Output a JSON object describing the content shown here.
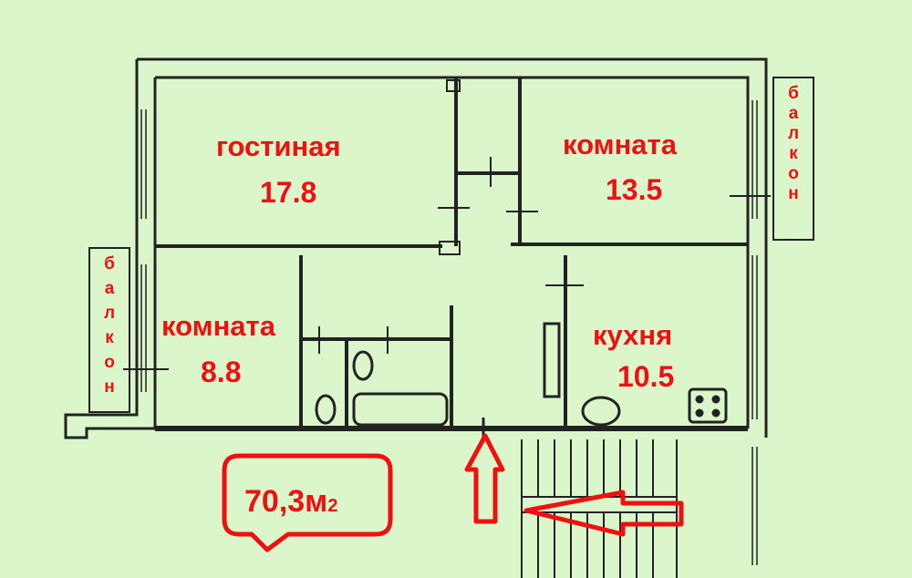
{
  "rooms": [
    {
      "name": "гостиная",
      "area": "17.8"
    },
    {
      "name": "комната",
      "area": "13.5"
    },
    {
      "name": "комната",
      "area": "8.8"
    },
    {
      "name": "кухня",
      "area": "10.5"
    }
  ],
  "balconies": {
    "left": [
      "б",
      "а",
      "л",
      "к",
      "о",
      "н"
    ],
    "right": [
      "б",
      "а",
      "л",
      "к",
      "о",
      "н"
    ]
  },
  "total_area": {
    "value": "70,3м",
    "unit_suffix": "2"
  },
  "colors": {
    "background": "#dcf6cc",
    "accent": "#f01010",
    "wall": "#222222"
  }
}
